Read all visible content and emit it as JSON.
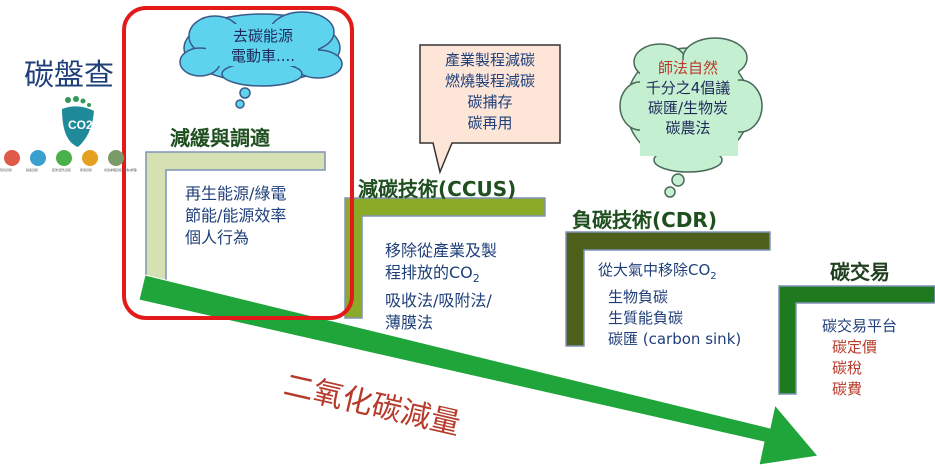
{
  "left": {
    "title": "碳盤查",
    "co2_text": "CO2",
    "icon_labels": [
      "環境資訊",
      "製造資訊",
      "配送/配售資訊",
      "使用資訊",
      "廢棄處理資訊(回收/處理)"
    ]
  },
  "stage1": {
    "title": "減緩與調適",
    "items": [
      "再生能源/綠電",
      "節能/能源效率",
      "個人行為"
    ],
    "cloud": [
      "去碳能源",
      "電動車...."
    ]
  },
  "stage2": {
    "title": "減碳技術(CCUS)",
    "lines": [
      "移除從產業及製",
      "程排放的CO",
      "吸收法/吸附法/",
      "薄膜法"
    ],
    "co2_sub": "2",
    "callout": [
      "產業製程減碳",
      "燃燒製程減碳",
      "碳捕存",
      "碳再用"
    ]
  },
  "stage3": {
    "title": "負碳技術(CDR)",
    "line1": "從大氣中移除CO",
    "co2_sub": "2",
    "items": [
      "生物負碳",
      "生質能負碳",
      "碳匯 (carbon sink)"
    ],
    "cloud": [
      "師法自然",
      "千分之4倡議",
      "碳匯/生物炭",
      "碳農法"
    ]
  },
  "stage4": {
    "title": "碳交易",
    "platform": "碳交易平台",
    "items": [
      "碳定價",
      "碳稅",
      "碳費"
    ]
  },
  "arrow_label": "二氧化碳減量",
  "colors": {
    "stage1": "#d5e0b3",
    "stage2": "#8aaa28",
    "stage3": "#4e5f1c",
    "stage4": "#1f7a1f",
    "arrow": "#1fa53a",
    "highlight": "#e21a1a"
  }
}
